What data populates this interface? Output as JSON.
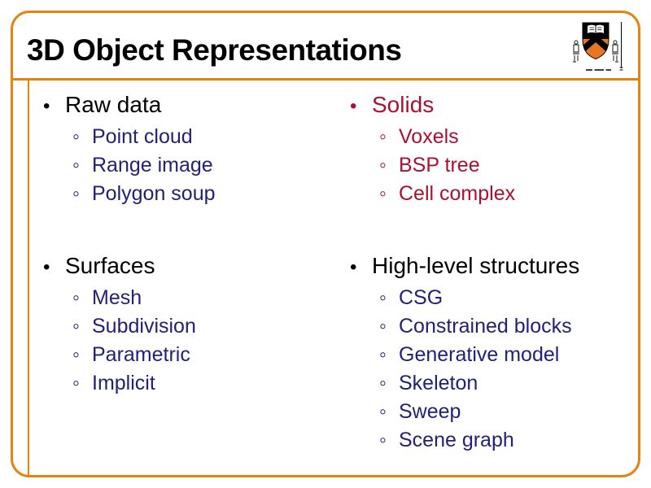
{
  "title": "3D Object Representations",
  "bullets": {
    "l1": "•",
    "l2": "◦"
  },
  "colors": {
    "frame_orange": "#E8820E",
    "heading_black": "#000000",
    "item_navy": "#21217A",
    "accent_red": "#AA1130",
    "logo_shield_orange": "#E87722",
    "logo_black": "#000000",
    "background": "#FFFFFF"
  },
  "logo": {
    "name": "princeton-university-shield"
  },
  "columns": [
    {
      "groups": [
        {
          "heading": "Raw data",
          "items": [
            "Point cloud",
            "Range image",
            "Polygon soup"
          ]
        },
        {
          "heading": "Surfaces",
          "items": [
            "Mesh",
            "Subdivision",
            "Parametric",
            "Implicit"
          ]
        }
      ]
    },
    {
      "groups": [
        {
          "heading": "Solids",
          "items": [
            "Voxels",
            "BSP tree",
            "Cell complex"
          ]
        },
        {
          "heading": "High-level structures",
          "items": [
            "CSG",
            "Constrained blocks",
            "Generative model",
            "Skeleton",
            "Sweep",
            "Scene graph"
          ]
        }
      ]
    }
  ]
}
